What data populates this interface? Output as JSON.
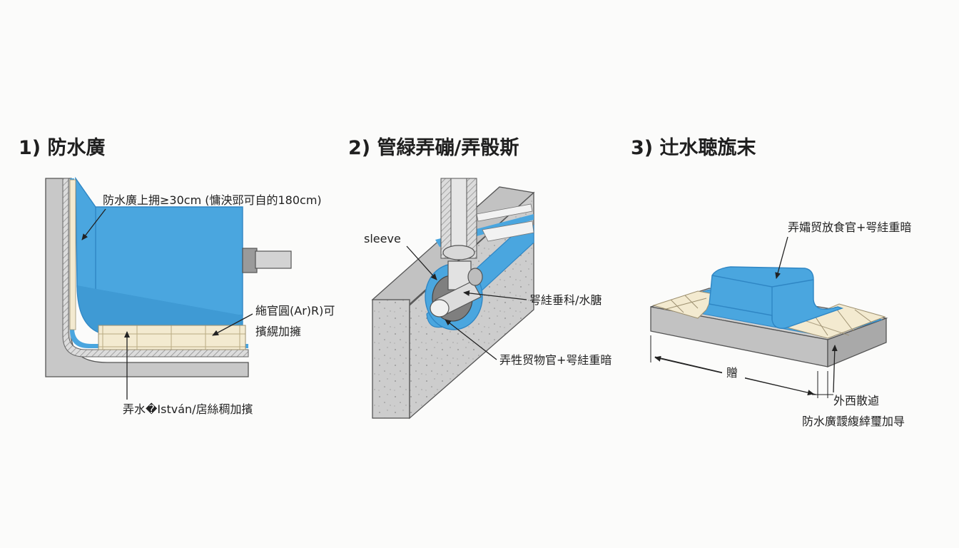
{
  "panels": [
    {
      "title": "1) 防水廣",
      "labels": {
        "top": "防水廣上拥≥30cm (慵泱郖可自的180cm)",
        "right_1": "絁官圓(Ar)R)可",
        "right_2": "擯縨加擁",
        "bottom": "弄水�István/扂絲稠加擯"
      }
    },
    {
      "title": "2) 管緑弄磞/弄骰斯",
      "labels": {
        "sleeve": "sleeve",
        "right": "咢絓垂科/水膅",
        "bottom": "弄牲贸物官+咢絓重暗"
      }
    },
    {
      "title": "3) 辻水聴旊末",
      "labels": {
        "top": "弄孀贸放食官+咢絓重暗",
        "width": "贈",
        "edge_1": "外西散逌",
        "edge_2": "防水廣靉緮緈璽加㝵"
      }
    }
  ],
  "colors": {
    "membrane": "#4aa6df",
    "membrane_dark": "#2f86c4",
    "concrete": "#c9c9c9",
    "concrete_dark": "#9a9a9a",
    "tile": "#f3ead0",
    "outline": "#555555"
  }
}
